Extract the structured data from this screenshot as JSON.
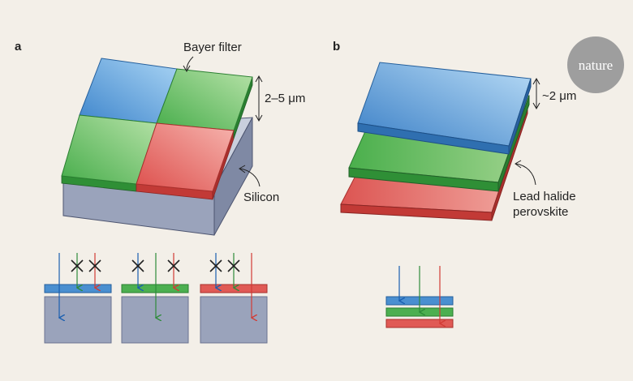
{
  "panels": {
    "a": {
      "label": "a",
      "bayer_filter_label": "Bayer filter",
      "thickness_label": "2–5 μm",
      "silicon_label": "Silicon"
    },
    "b": {
      "label": "b",
      "thickness_label": "~2 μm",
      "perovskite_label_line1": "Lead halide",
      "perovskite_label_line2": "perovskite"
    }
  },
  "badge": {
    "text": "nature"
  },
  "colors": {
    "blue": "#4a8fd0",
    "green": "#4caf50",
    "red": "#e05a55",
    "silicon": "#9aa3bb",
    "background": "#f3efe8",
    "badge": "#9e9e9e",
    "arrow_blue": "#1a5fb0",
    "arrow_green": "#2e8b3a",
    "arrow_red": "#d23b35"
  },
  "icons": [
    "blocked-x-icon",
    "light-ray-arrow-icon"
  ]
}
